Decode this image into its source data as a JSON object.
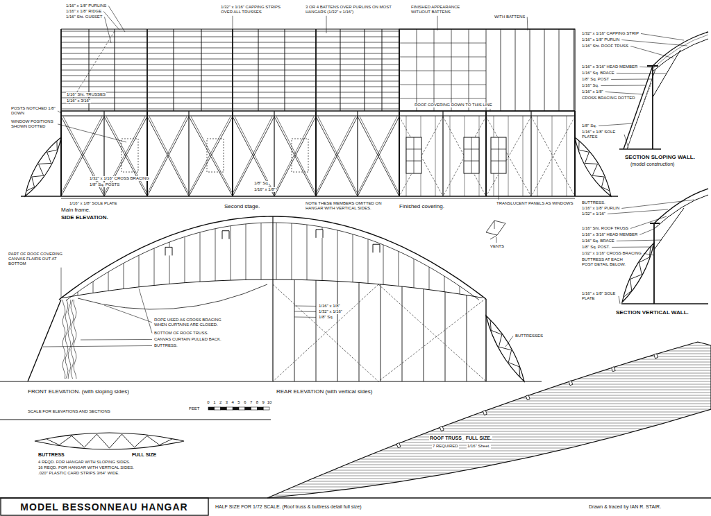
{
  "diagram": {
    "title": "MODEL BESSONNEAU HANGAR",
    "labels": [
      "1/16\" x 1/8\" PURLINS",
      "1/16\" x 1/8\" RIDGE",
      "1/16\" Sht. GUSSET",
      "1/32\" x 1/16\" CAPPING STRIPS OVER ALL TRUSSES",
      "3 OR 4 BATTENS OVER PURLINS ON MOST HANGARS (1/32\" x 1/16\")",
      "FINISHED APPEARANCE WITHOUT BATTENS",
      "WITH BATTENS",
      "1/16\" Sht. TRUSSES",
      "1/16\" x 3/16\"",
      "POSTS NOTCHED 1/8\" DOWN",
      "WINDOW POSITIONS SHOWN DOTTED",
      "ROOF COVERING DOWN TO THIS LINE",
      "1/32\" x 1/16\" CROSS BRACING",
      "1/8\" Sq. POSTS",
      "1/8\" Sq.",
      "1/16\" x 1/8\"",
      "1/16\" x 1/8\" SOLE PLATE",
      "Main frame.",
      "SIDE ELEVATION.",
      "Second stage.",
      "NOTE THESE MEMBERS OMITTED ON HANGAR WITH VERTICAL SIDES.",
      "Finished covering.",
      "TRANSLUCENT PANELS AS WINDOWS",
      "1/32\" x 1/16\" CAPPING STRIP",
      "1/16\" x 1/8\" PURLIN",
      "1/16\" Sht. ROOF TRUSS",
      "1/16\" x 3/16\" HEAD MEMBER",
      "1/16\" Sq. BRACE",
      "1/8\" Sq. POST",
      "1/16\" Sq.",
      "1/16\" x 1/8\"",
      "CROSS BRACING DOTTED",
      "1/8\" Sq.",
      "1/16\" x 1/8\" SOLE PLATES",
      "SECTION SLOPING WALL.",
      "(model construction)",
      "BUTTRESS.",
      "1/16\" x 1/8\" PURLIN",
      "1/32\" x 1/16\"",
      "1/16\" Sht. ROOF TRUSS",
      "1/16\" x 3/16\" HEAD MEMBER",
      "1/16\" Sq. BRACE",
      "1/8\" Sq. POST.",
      "1/32\" x 1/16\" CROSS BRACING",
      "BUTTRESS AT EACH POST DETAIL BELOW.",
      "1/16\" x 1/8\" SOLE PLATE",
      "SECTION VERTICAL WALL.",
      "PART OF ROOF COVERING CANVAS FLAIRS OUT AT BOTTOM",
      "ROPE USED AS CROSS BRACING WHEN CURTAINS ARE CLOSED.",
      "BOTTOM OF ROOF TRUSS.",
      "CANVAS CURTAIN PULLED BACK.",
      "BUTTRESS.",
      "1/16\" x 1/8\"",
      "1/32\" x 1/16\"",
      "1/8\" Sq.",
      "VENTS",
      "BUTTRESSES",
      "FRONT ELEVATION. (with sloping sides)",
      "REAR ELEVATION (with vertical sides)",
      "SCALE FOR ELEVATIONS AND SECTIONS",
      "FEET",
      "0",
      "1",
      "2",
      "3",
      "4",
      "5",
      "6",
      "7",
      "8",
      "9",
      "10",
      "BUTTRESS",
      "FULL SIZE",
      "4 REQD. FOR HANGAR WITH SLOPING SIDES.",
      "16 REQD. FOR HANGAR WITH VERTICAL SIDES.",
      ".020\" PLASTIC CARD STRIPS 3/64\" WIDE.",
      "ROOF TRUSS_ FULL SIZE.",
      "7 REQUIRED",
      "1/16\" Sheet.",
      "HALF SIZE FOR 1/72 SCALE. (Roof truss & buttress detail full size)",
      "Drawn & traced by IAN R. STAIR."
    ]
  }
}
